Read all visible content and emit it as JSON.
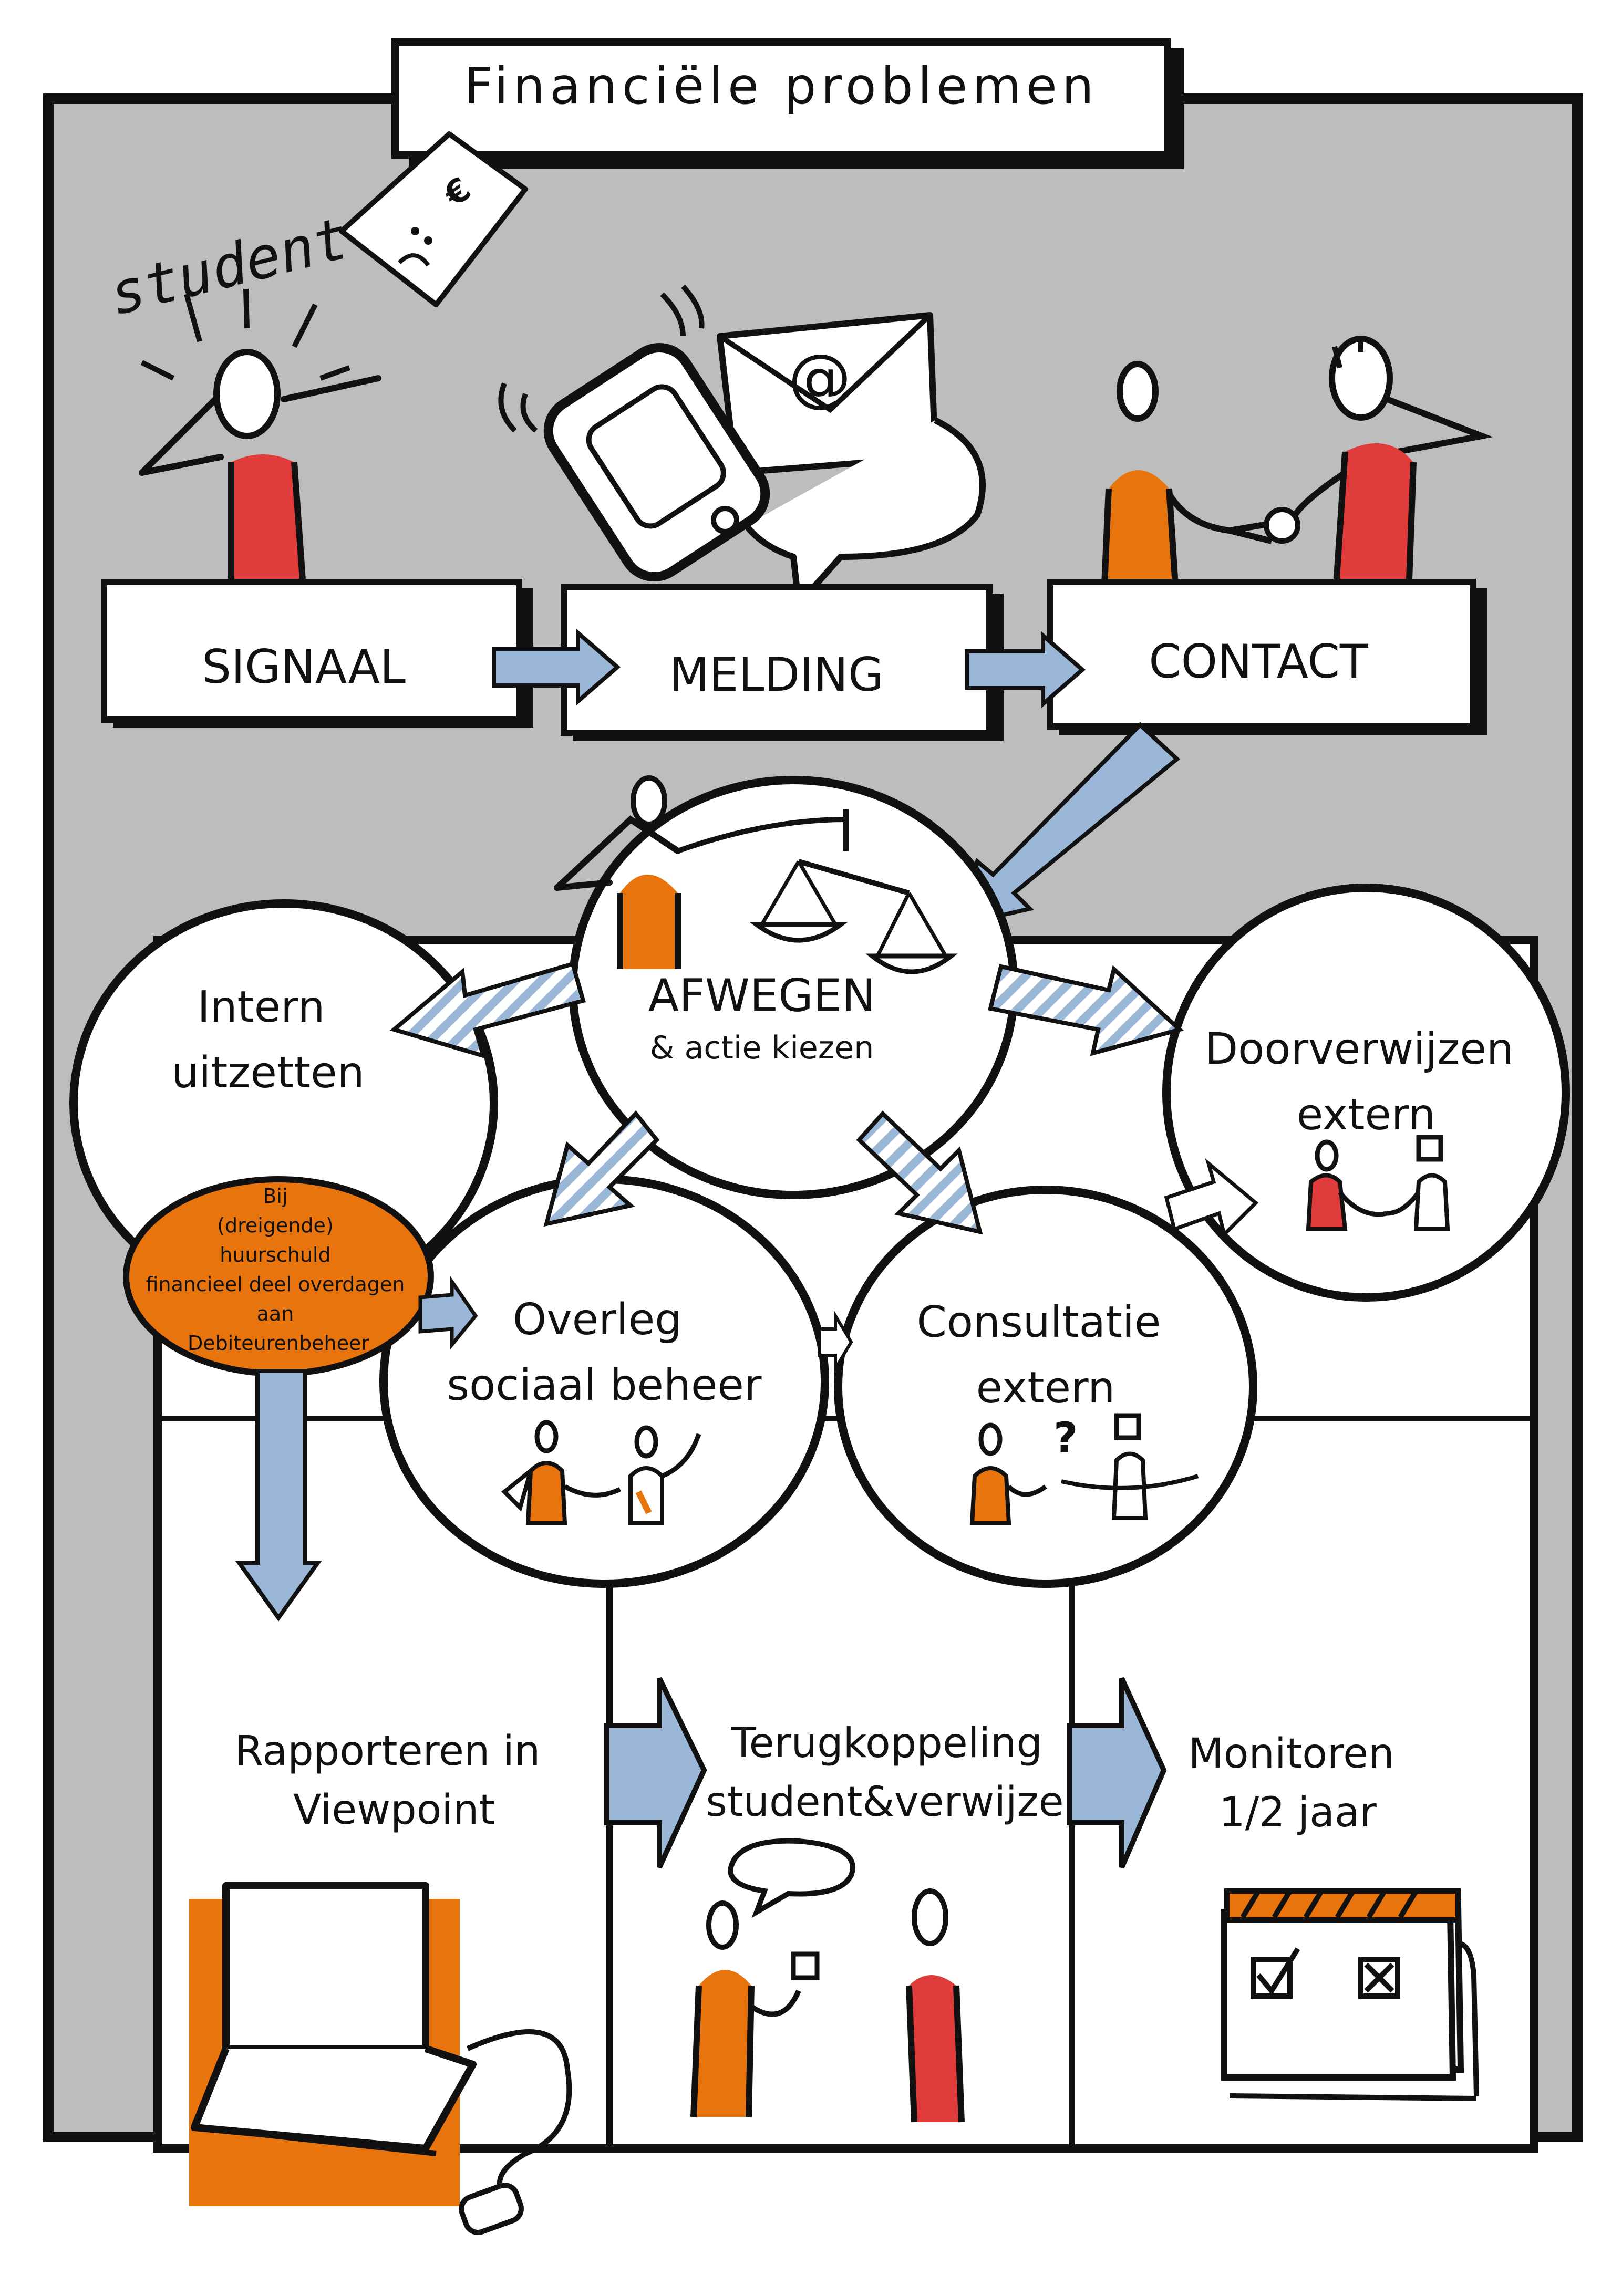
{
  "title": "Financiële problemen",
  "doodle_caption": "student",
  "bill_symbol": "€",
  "email_symbol": "@",
  "question_mark": "?",
  "steps": {
    "signaal": "SIGNAAL",
    "melding": "MELDING",
    "contact": "CONTACT"
  },
  "afwegen": {
    "title": "AFWEGEN",
    "subtitle": "& actie kiezen"
  },
  "intern": [
    "Intern",
    "uitzetten"
  ],
  "doorverwijzen": [
    "Doorverwijzen",
    "extern"
  ],
  "overleg": [
    "Overleg",
    "sociaal beheer"
  ],
  "consultatie": [
    "Consultatie",
    "extern"
  ],
  "schuld_note": [
    "Bij",
    "(dreigende)",
    "huurschuld",
    "financieel deel overdagen",
    "aan",
    "Debiteurenbeheer"
  ],
  "rapporteren": [
    "Rapporteren in",
    "Viewpoint"
  ],
  "terugkoppeling": [
    "Terugkoppeling",
    "student&verwijzer"
  ],
  "monitoren": [
    "Monitoren",
    "1/2 jaar"
  ],
  "colors": {
    "red": "#e03c3c",
    "orange": "#e8740e",
    "arrow_blue": "#9bb7d8",
    "grey": "#bdbdbd"
  }
}
